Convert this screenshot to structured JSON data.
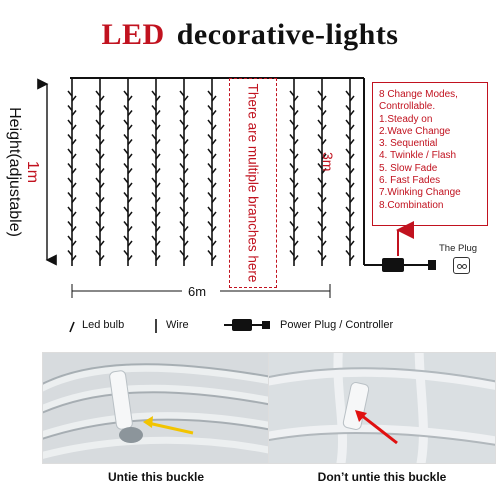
{
  "title": {
    "led": "LED",
    "rest": "decorative-lights"
  },
  "dimensions": {
    "height_label": "Height(adjustable)",
    "height_value": "1m",
    "branch_length": "3m",
    "width": "6m",
    "branches_note": "There are multiple branches here"
  },
  "modes": [
    "8 Change Modes,",
    "Controllable.",
    "1.Steady on",
    "2.Wave Change",
    "3. Sequential",
    "4. Twinkle / Flash",
    "5. Slow Fade",
    "6. Fast Fades",
    "7.Winking Change",
    "8.Combination"
  ],
  "plug_label": "The Plug",
  "legend": {
    "led_bulb": "Led bulb",
    "wire": "Wire",
    "power": "Power Plug / Controller"
  },
  "captions": {
    "left": "Untie this buckle",
    "right": "Don’t untie this buckle"
  },
  "colors": {
    "accent": "#c1121f",
    "wire": "#111111",
    "arrow_left": "#f2c400",
    "arrow_right": "#e01010"
  },
  "icons": [
    "led-bulb-icon",
    "wire-icon",
    "power-plug-icon",
    "wall-socket-icon",
    "up-arrow-icon",
    "down-arrow-icon"
  ]
}
